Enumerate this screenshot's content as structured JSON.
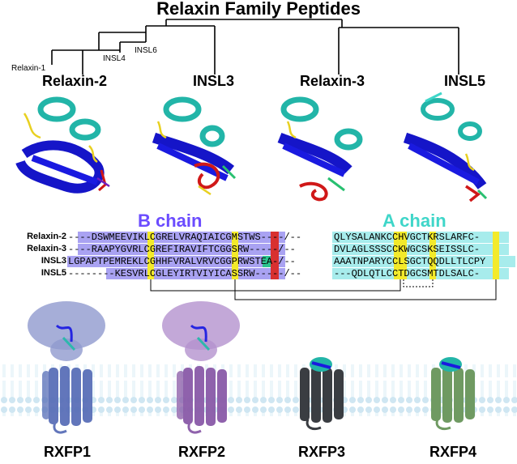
{
  "title": "Relaxin Family Peptides",
  "tree": {
    "small_labels": [
      "Relaxin-1",
      "INSL4",
      "INSL6"
    ]
  },
  "peptides": [
    "Relaxin-2",
    "INSL3",
    "Relaxin-3",
    "INSL5"
  ],
  "chains": {
    "b_label": "B chain",
    "a_label": "A chain",
    "b_color": "#6b4cff",
    "a_color": "#3fd6c9"
  },
  "alignment": {
    "rows": [
      {
        "name": "Relaxin-2",
        "b": "----DSWMEEVIKLCGRELVRAQIAICGMSTWS----/--",
        "a": "QLYSALANKCCHVGCTKRSLARFC-"
      },
      {
        "name": "Relaxin-3",
        "b": "----RAAPYGVRLCGREFIRAVIFTCGGSRW-----/--",
        "a": "DVLAGLSSSCCKWGCSKSEISSLC-"
      },
      {
        "name": "INSL3",
        "b": "LGPAPTPEMREKLCGHHFVRALVRVCGGPRWSTEA-/--",
        "a": "AAATNPARYCCLSGCTQQDLLTLCPY"
      },
      {
        "name": "INSL5",
        "b": "--------KESVRLCGLEYIRTVIYICASSRW-----/--",
        "a": "---QDLQTLCCTDGCSMTDLSALC-"
      }
    ]
  },
  "receptors": [
    {
      "name": "RXFP1",
      "color": "#5a6fb8"
    },
    {
      "name": "RXFP2",
      "color": "#8a5aa8"
    },
    {
      "name": "RXFP3",
      "color": "#3a3d42"
    },
    {
      "name": "RXFP4",
      "color": "#6f9a62"
    }
  ]
}
